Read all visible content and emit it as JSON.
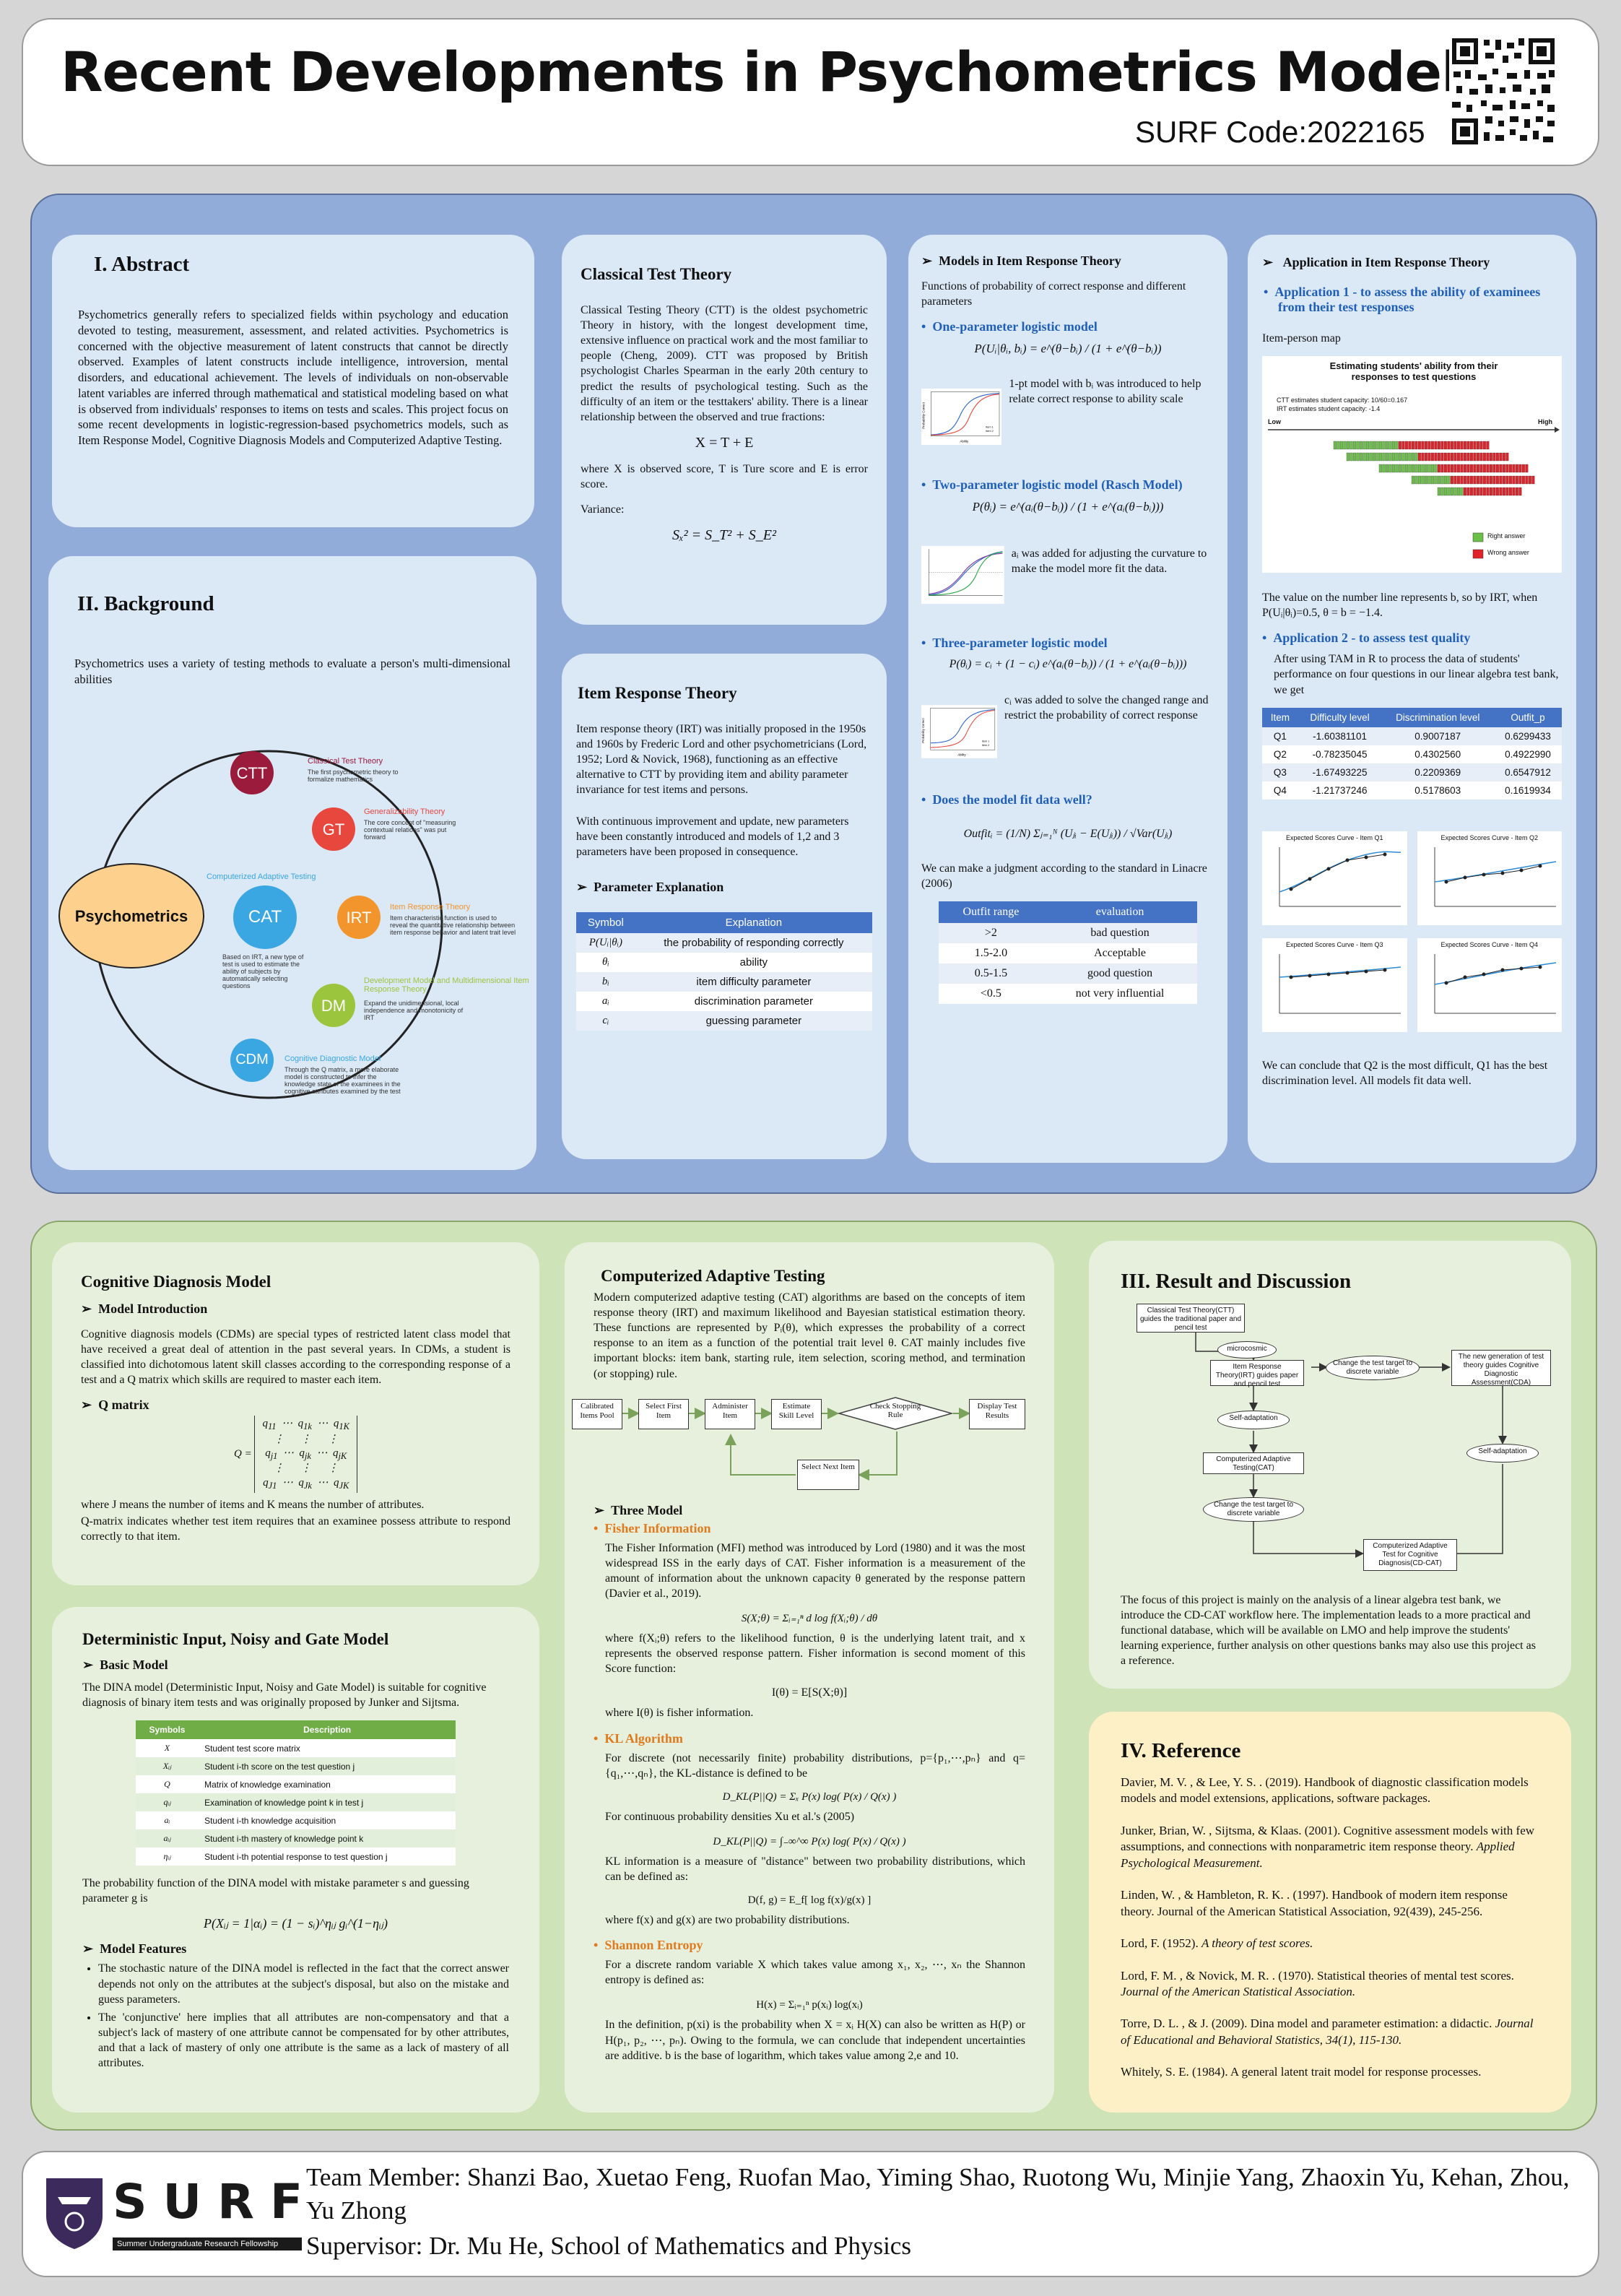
{
  "header": {
    "title": "Recent Developments in Psychometrics Models",
    "surf_code": "SURF Code:2022165"
  },
  "abstract": {
    "heading": "I. Abstract",
    "text": "Psychometrics generally refers to specialized fields within psychology and education devoted to testing, measurement, assessment, and related activities. Psychometrics is concerned with the objective measurement of latent constructs that cannot be directly observed. Examples of latent constructs include intelligence, introversion, mental disorders, and educational achievement. The levels of individuals on non-observable latent variables are inferred through mathematical and statistical modeling based on what is observed from individuals' responses to items on tests and scales. This project focus on some recent developments in logistic-regression-based psychometrics models, such as Item Response Model, Cognitive Diagnosis Models and Computerized Adaptive Testing."
  },
  "background": {
    "heading": "II. Background",
    "text": "Psychometrics uses a variety of testing methods to evaluate a person's multi-dimensional abilities",
    "center": "Psychometrics",
    "nodes": [
      {
        "label": "CTT",
        "title": "Classical Test Theory",
        "desc": "The first psychometric theory to formalize mathematics"
      },
      {
        "label": "GT",
        "title": "Generalizability Theory",
        "desc": "The core concept of \"measuring contextual relations\" was put forward"
      },
      {
        "label": "CAT",
        "title": "Computerized Adaptive Testing",
        "desc": "Based on IRT, a new type of test is used to estimate the ability of subjects by automatically selecting questions"
      },
      {
        "label": "IRT",
        "title": "Item Response Theory",
        "desc": "Item characteristic function is used to reveal the quantitative relationship between item response behavior and latent trait level"
      },
      {
        "label": "DM",
        "title": "Development Model and Multidimensional Item Response Theory",
        "desc": "Expand the unidimensional, local independence and monotonicity of IRT"
      },
      {
        "label": "CDM",
        "title": "Cognitive Diagnostic Model",
        "desc": "Through the Q matrix, a more elaborate model is constructed to infer the knowledge state of the examinees in the cognitive attributes examined by the test"
      }
    ]
  },
  "ctt": {
    "heading": "Classical Test Theory",
    "text1": "Classical Testing Theory (CTT) is the oldest psychometric Theory in history, with the longest development time, extensive influence on practical work and the most familiar to people (Cheng, 2009). CTT was proposed by British psychologist Charles Spearman in the early 20th century to predict the results of psychological testing. Such as the difficulty of an item or the testtakers' ability. There is a linear relationship between the observed and true fractions:",
    "formula1": "X = T + E",
    "text2": "where X is observed score, T is Ture score and E is error score.",
    "text3": "Variance:",
    "formula2": "Sₓ² = S_T² + S_E²"
  },
  "irt": {
    "heading": "Item Response Theory",
    "text1": "Item response theory (IRT) was initially proposed in the 1950s and 1960s by Frederic Lord and other psychometricians (Lord, 1952; Lord & Novick, 1968), functioning as an effective alternative to CTT by providing item and ability parameter invariance for test items and persons.",
    "text2": "With continuous improvement and update, new parameters have been constantly introduced and models of 1,2 and 3 parameters have been proposed in consequence.",
    "param_heading": "Parameter Explanation",
    "table_headers": [
      "Symbol",
      "Explanation"
    ],
    "table_rows": [
      [
        "P(Uᵢ|θᵢ)",
        "the probability of responding correctly"
      ],
      [
        "θᵢ",
        "ability"
      ],
      [
        "bᵢ",
        "item difficulty parameter"
      ],
      [
        "aᵢ",
        "discrimination parameter"
      ],
      [
        "cᵢ",
        "guessing parameter"
      ]
    ]
  },
  "models": {
    "heading": "Models in Item Response Theory",
    "intro": "Functions of probability of correct response and different parameters",
    "one_heading": "One-parameter logistic model",
    "one_formula": "P(Uᵢ|θᵢ, bᵢ) = e^(θ−bᵢ) / (1 + e^(θ−bᵢ))",
    "one_text": "1-pt model with bᵢ was introduced to help relate correct response to ability scale",
    "two_heading": "Two-parameter logistic model (Rasch Model)",
    "two_formula": "P(θᵢ) = e^(aᵢ(θ−bᵢ)) / (1 + e^(aᵢ(θ−bᵢ)))",
    "two_text": "aᵢ was added for adjusting the curvature to make the model more fit the data.",
    "three_heading": "Three-parameter logistic model",
    "three_formula": "P(θᵢ) = cᵢ + (1 − cᵢ) e^(aᵢ(θ−bᵢ)) / (1 + e^(aᵢ(θ−bᵢ)))",
    "three_text": "cᵢ was added to solve the changed range and restrict the probability of correct response",
    "fit_heading": "Does the model fit data well?",
    "fit_formula": "Outfitᵢ = (1/N) Σⱼ₌₁ᴺ (Uⱼᵢ − E(Uⱼᵢ)) / √Var(Uⱼᵢ)",
    "fit_text": "We can make a judgment according to the standard in Linacre (2006)",
    "fit_headers": [
      "Outfit range",
      "evaluation"
    ],
    "fit_rows": [
      [
        ">2",
        "bad question"
      ],
      [
        "1.5-2.0",
        "Acceptable"
      ],
      [
        "0.5-1.5",
        "good question"
      ],
      [
        "<0.5",
        "not very influential"
      ]
    ],
    "axis_y": "Probability Correct",
    "axis_x": "Ability",
    "legend1": "Item 1",
    "legend2": "Item 2"
  },
  "application": {
    "heading": "Application in Item Response Theory",
    "app1": "Application 1 - to assess the ability of examinees from their test responses",
    "map_label": "Item-person map",
    "map_title": "Estimating students' ability from their responses to test questions",
    "map_note1": "CTT estimates student capacity: 10/60=0.167",
    "map_note2": "IRT estimates student capacity: -1.4",
    "low": "Low",
    "high": "High",
    "legend_right": "Right answer",
    "legend_wrong": "Wrong answer",
    "map_text": "The value on the number line represents b, so by IRT, when P(Uᵢ|θᵢ)=0.5, θ = b = −1.4.",
    "app2": "Application 2 - to assess test quality",
    "app2_text": "After using TAM in R to process the data of students' performance on four questions in our linear algebra test bank, we get",
    "table_headers": [
      "Item",
      "Difficulty level",
      "Discrimination level",
      "Outfit_p"
    ],
    "table_rows": [
      [
        "Q1",
        "-1.60381101",
        "0.9007187",
        "0.6299433"
      ],
      [
        "Q2",
        "-0.78235045",
        "0.4302560",
        "0.4922990"
      ],
      [
        "Q3",
        "-1.67493225",
        "0.2209369",
        "0.6547912"
      ],
      [
        "Q4",
        "-1.21737246",
        "0.5178603",
        "0.1619934"
      ]
    ],
    "curve_titles": [
      "Expected Scores Curve - Item Q1",
      "Expected Scores Curve - Item Q2",
      "Expected Scores Curve - Item Q3",
      "Expected Scores Curve - Item Q4"
    ],
    "conclusion": "We can conclude that Q2 is the most difficult, Q1 has the best discrimination level. All models fit data well."
  },
  "cdm": {
    "heading": "Cognitive Diagnosis Model",
    "intro_heading": "Model Introduction",
    "intro_text": "Cognitive diagnosis models (CDMs) are special types of restricted latent class model that have received a great deal of attention in the past several years. In CDMs, a student is classified into dichotomous latent skill classes according to the corresponding response of a test and a Q matrix which skills are required to master each item.",
    "q_heading": "Q matrix",
    "q_text1": "where J means the number of items and K means the number of attributes.",
    "q_text2": "Q-matrix indicates whether test item requires that an examinee possess attribute to respond correctly to that item."
  },
  "dina": {
    "heading": "Deterministic Input, Noisy and Gate Model",
    "basic_heading": "Basic Model",
    "basic_text": "The DINA model (Deterministic Input, Noisy and Gate Model) is suitable for cognitive diagnosis of binary item tests and was originally proposed by Junker and Sijtsma.",
    "table_headers": [
      "Symbols",
      "Description"
    ],
    "table_rows": [
      [
        "X",
        "Student test score matrix"
      ],
      [
        "Xᵢⱼ",
        "Student i-th score on the test question j"
      ],
      [
        "Q",
        "Matrix of knowledge examination"
      ],
      [
        "qᵢⱼ",
        "Examination of knowledge point k in test j"
      ],
      [
        "aᵢ",
        "Student i-th knowledge acquisition"
      ],
      [
        "aᵢⱼ",
        "Student i-th mastery of knowledge point k"
      ],
      [
        "ηᵢⱼ",
        "Student i-th potential response to test question j"
      ]
    ],
    "prob_text": "The probability function of the DINA model with mistake parameter s and guessing parameter g is",
    "formula": "P(Xᵢⱼ = 1|αᵢ) = (1 − sᵢ)^ηᵢⱼ gᵢ^(1−ηᵢⱼ)",
    "features_heading": "Model Features",
    "features": [
      "The stochastic nature of the DINA model is reflected in the fact that the correct answer depends not only on the attributes at the subject's disposal, but also on the mistake and guess parameters.",
      "The 'conjunctive' here implies that all attributes are non-compensatory and that a subject's lack of mastery of one attribute cannot be compensated for by other attributes, and that a lack of mastery of only one attribute is the same as a lack of mastery of all attributes."
    ]
  },
  "cat": {
    "heading": "Computerized Adaptive Testing",
    "intro": "Modern computerized adaptive testing (CAT) algorithms are based on the concepts of item response theory (IRT) and maximum likelihood and Bayesian statistical estimation theory. These functions are represented by Pᵢ(θ), which expresses the probability of a correct response to an item as a function of the potential trait level θ. CAT mainly includes five important blocks: item bank, starting rule, item selection, scoring method, and termination (or stopping) rule.",
    "flow": [
      "Calibrated Items Pool",
      "Select First Item",
      "Administer Item",
      "Estimate Skill Level",
      "Check Stopping Rule",
      "Display Test Results",
      "Select Next Item"
    ],
    "three_heading": "Three Model",
    "fisher_heading": "Fisher Information",
    "fisher_text": "The Fisher Information (MFI) method was introduced by Lord (1980) and it was the most widespread ISS in the early days of CAT. Fisher information is a measurement of the amount of information about the unknown capacity θ generated by the response pattern (Davier et al., 2019).",
    "fisher_formula": "S(X;θ) = Σᵢ₌₁ⁿ d log f(Xᵢ;θ) / dθ",
    "fisher_text2": "where f(Xᵢ;θ) refers to the likelihood function, θ is the underlying latent trait, and x represents the observed response pattern. Fisher information is second moment of this Score function:",
    "fisher_formula2": "I(θ) = E[S(X;θ)]",
    "fisher_text3": "where I(θ) is fisher information.",
    "kl_heading": "KL Algorithm",
    "kl_text": "For discrete (not necessarily finite) probability distributions, p={p₁,⋯,pₙ} and q={q₁,⋯,qₙ}, the KL-distance is defined to be",
    "kl_formula": "D_KL(P||Q) = Σₓ P(x) log( P(x) / Q(x) )",
    "kl_text2": "For continuous probability densities Xu et al.'s (2005)",
    "kl_formula2": "D_KL(P||Q) = ∫₋∞^∞ P(x) log( P(x) / Q(x) )",
    "kl_text3": "KL information is a measure of \"distance\" between two probability distributions, which can be defined as:",
    "kl_formula3": "D(f, g) = E_f[ log f(x)/g(x) ]",
    "kl_text4": "where f(x) and g(x) are two probability distributions.",
    "shannon_heading": "Shannon Entropy",
    "shannon_text": "For a discrete random variable X which takes value among x₁, x₂, ⋯, xₙ the Shannon entropy is defined as:",
    "shannon_formula": "H(x) = Σᵢ₌₁ⁿ p(xᵢ) log(xᵢ)",
    "shannon_text2": "In the definition, p(xi) is the probability when X = xᵢ H(X) can also be written as H(P) or H(p₁, p₂, ⋯, pₙ). Owing to the formula, we can conclude that independent uncertainties are additive. b is the base of logarithm, which takes value among 2,e and 10."
  },
  "result": {
    "heading": "III. Result and Discussion",
    "nodes": {
      "ctt": "Classical Test Theory(CTT) guides the traditional paper and pencil test",
      "micro": "microcosmic",
      "irt": "Item Response Theory(IRT) guides paper and pencil test",
      "change1": "Change the test target to discrete variable",
      "cda": "The new generation of test theory guides Cognitive Diagnostic Assessment(CDA)",
      "self1": "Self-adaptation",
      "self2": "Self-adaptation",
      "cat": "Computerized Adaptive Testing(CAT)",
      "change2": "Change the test target to discrete variable",
      "cdcat": "Computerized Adaptive Test for Cognitive Diagnosis(CD-CAT)"
    },
    "text": "The focus of this project is mainly on the analysis of a linear algebra test bank, we introduce the CD-CAT workflow here. The implementation leads to a more practical and functional database, which will be available on LMO and help improve the students' learning experience, further analysis on other questions banks may also use this project as a reference."
  },
  "reference": {
    "heading": "IV. Reference",
    "items": [
      {
        "text": "Davier, M. V. , & Lee, Y. S. . (2019). Handbook of diagnostic classification models models and model extensions, applications, software packages.",
        "ital": ""
      },
      {
        "text": "Junker, Brian, W. , Sijtsma, & Klaas. (2001). Cognitive assessment models with few assumptions, and connections with nonparametric item response theory. ",
        "ital": "Applied Psychological Measurement."
      },
      {
        "text": "Linden, W. , & Hambleton, R. K. . (1997). Handbook of modern item response theory. Journal of the American Statistical Association, 92(439), 245-256.",
        "ital": ""
      },
      {
        "text": "Lord, F. (1952). ",
        "ital": "A theory of test scores."
      },
      {
        "text": "Lord, F. M. , & Novick, M. R. . (1970). Statistical theories of mental test scores. ",
        "ital": "Journal of the American Statistical Association."
      },
      {
        "text": "Torre, D. L. , & J. (2009). Dina model and parameter estimation: a didactic. ",
        "ital": "Journal of Educational and Behavioral Statistics, 34(1), 115-130."
      },
      {
        "text": "Whitely, S. E. (1984). A general latent trait model for response processes.",
        "ital": ""
      }
    ]
  },
  "footer": {
    "logo_text": "SURF",
    "logo_sub": "Summer Undergraduate Research Fellowship",
    "team": "Team Member: Shanzi Bao, Xuetao Feng, Ruofan Mao, Yiming Shao, Ruotong Wu, Minjie Yang, Zhaoxin Yu, Kehan, Zhou, Yu Zhong",
    "supervisor": "Supervisor: Dr. Mu He, School of Mathematics and Physics"
  },
  "colors": {
    "blue_panel": "#92acd9",
    "green_panel": "#cfe3b8",
    "card_blue": "#dbe8f6",
    "accent_blue": "#1f5fb8",
    "accent_orange": "#e07a1f"
  }
}
